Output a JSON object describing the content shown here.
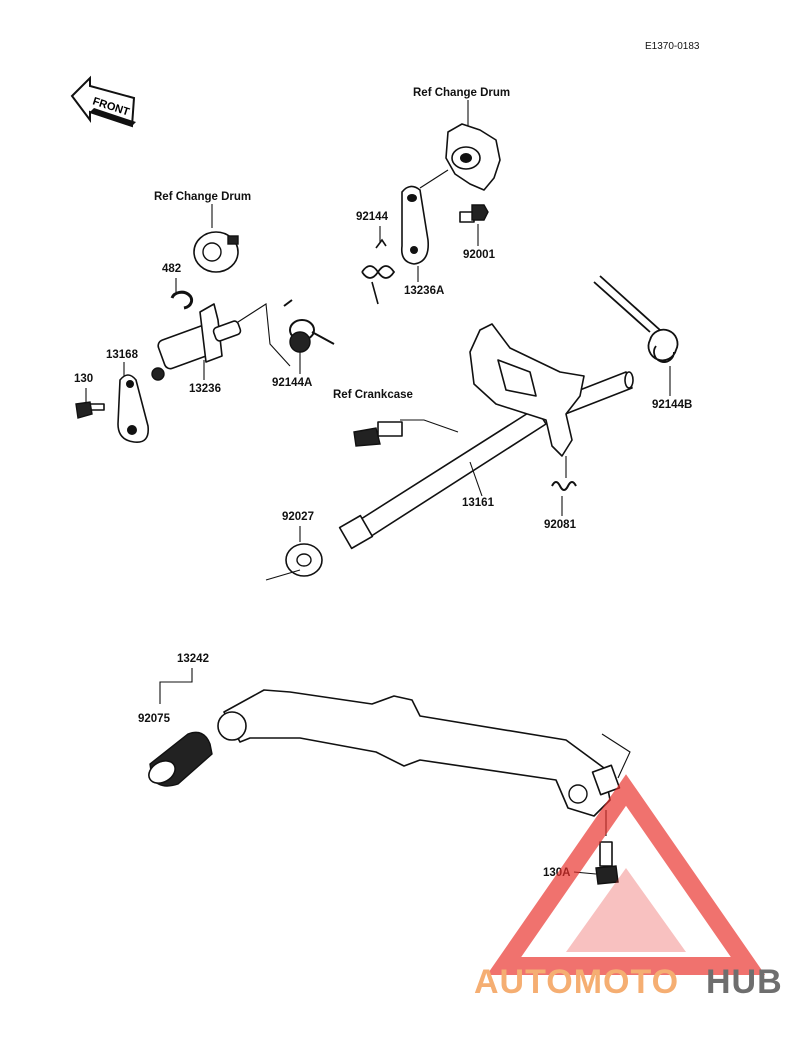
{
  "diagram_code": "E1370-0183",
  "front_label": "FRONT",
  "references": {
    "change_drum_top": "Ref Change Drum",
    "change_drum_left": "Ref Change Drum",
    "crankcase": "Ref Crankcase"
  },
  "parts": {
    "p92144": "92144",
    "p92001": "92001",
    "p13236A": "13236A",
    "p482": "482",
    "p13168": "13168",
    "p130": "130",
    "p13236": "13236",
    "p92144A": "92144A",
    "p92144B": "92144B",
    "p13161": "13161",
    "p92081": "92081",
    "p92027": "92027",
    "p13242": "13242",
    "p92075": "92075",
    "p130A": "130A"
  },
  "watermark": {
    "part1": "AUTOMOTO",
    "part2": "HUB",
    "color1": "#f4a15a",
    "color2": "#555555",
    "triangle_color": "#e8302a"
  }
}
